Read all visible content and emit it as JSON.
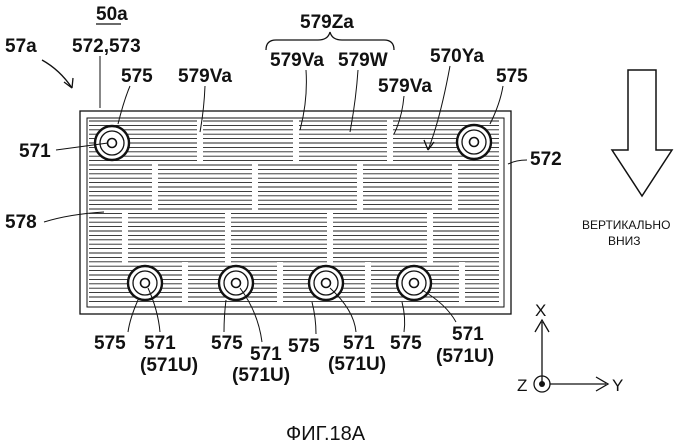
{
  "figure": {
    "caption": "ФИГ.18А",
    "title_ref": "50a"
  },
  "labels": {
    "part_57a": "57a",
    "part_572_573": "572,573",
    "part_579Za": "579Za",
    "part_579Va_top": "579Va",
    "part_579Va_mid": "579Va",
    "part_579W": "579W",
    "part_579Va_right": "579Va",
    "part_570Ya": "570Ya",
    "part_575_tl": "575",
    "part_575_tr": "575",
    "part_571_left": "571",
    "part_572_right": "572",
    "part_578": "578",
    "bottom": [
      {
        "n575": "575",
        "n571": "571",
        "n571U": "(571U)"
      },
      {
        "n575": "575",
        "n571": "571",
        "n571U": "(571U)"
      },
      {
        "n575": "575",
        "n571": "571",
        "n571U": "(571U)"
      },
      {
        "n575": "575",
        "n571": "571",
        "n571U": "(571U)"
      }
    ]
  },
  "direction": {
    "line1": "ВЕРТИКАЛЬНО",
    "line2": "ВНИЗ"
  },
  "axes": {
    "x": "X",
    "y": "Y",
    "z": "Z"
  }
}
